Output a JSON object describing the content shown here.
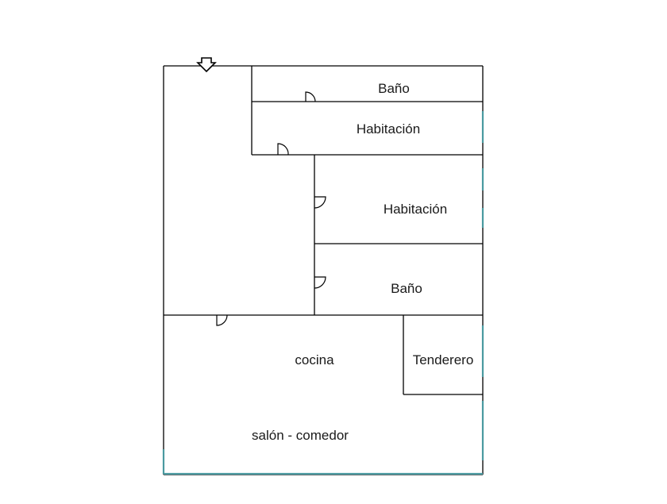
{
  "floorplan": {
    "rooms": {
      "bano_top": "Baño",
      "habitacion_top": "Habitación",
      "habitacion_mid": "Habitación",
      "bano_mid": "Baño",
      "cocina": "cocina",
      "tenderero": "Tenderero",
      "salon": "salón - comedor"
    },
    "entrance_icon": "arrow-down-outline-icon",
    "colors": {
      "wall": "#000000",
      "window": "#4a9aa0"
    }
  }
}
